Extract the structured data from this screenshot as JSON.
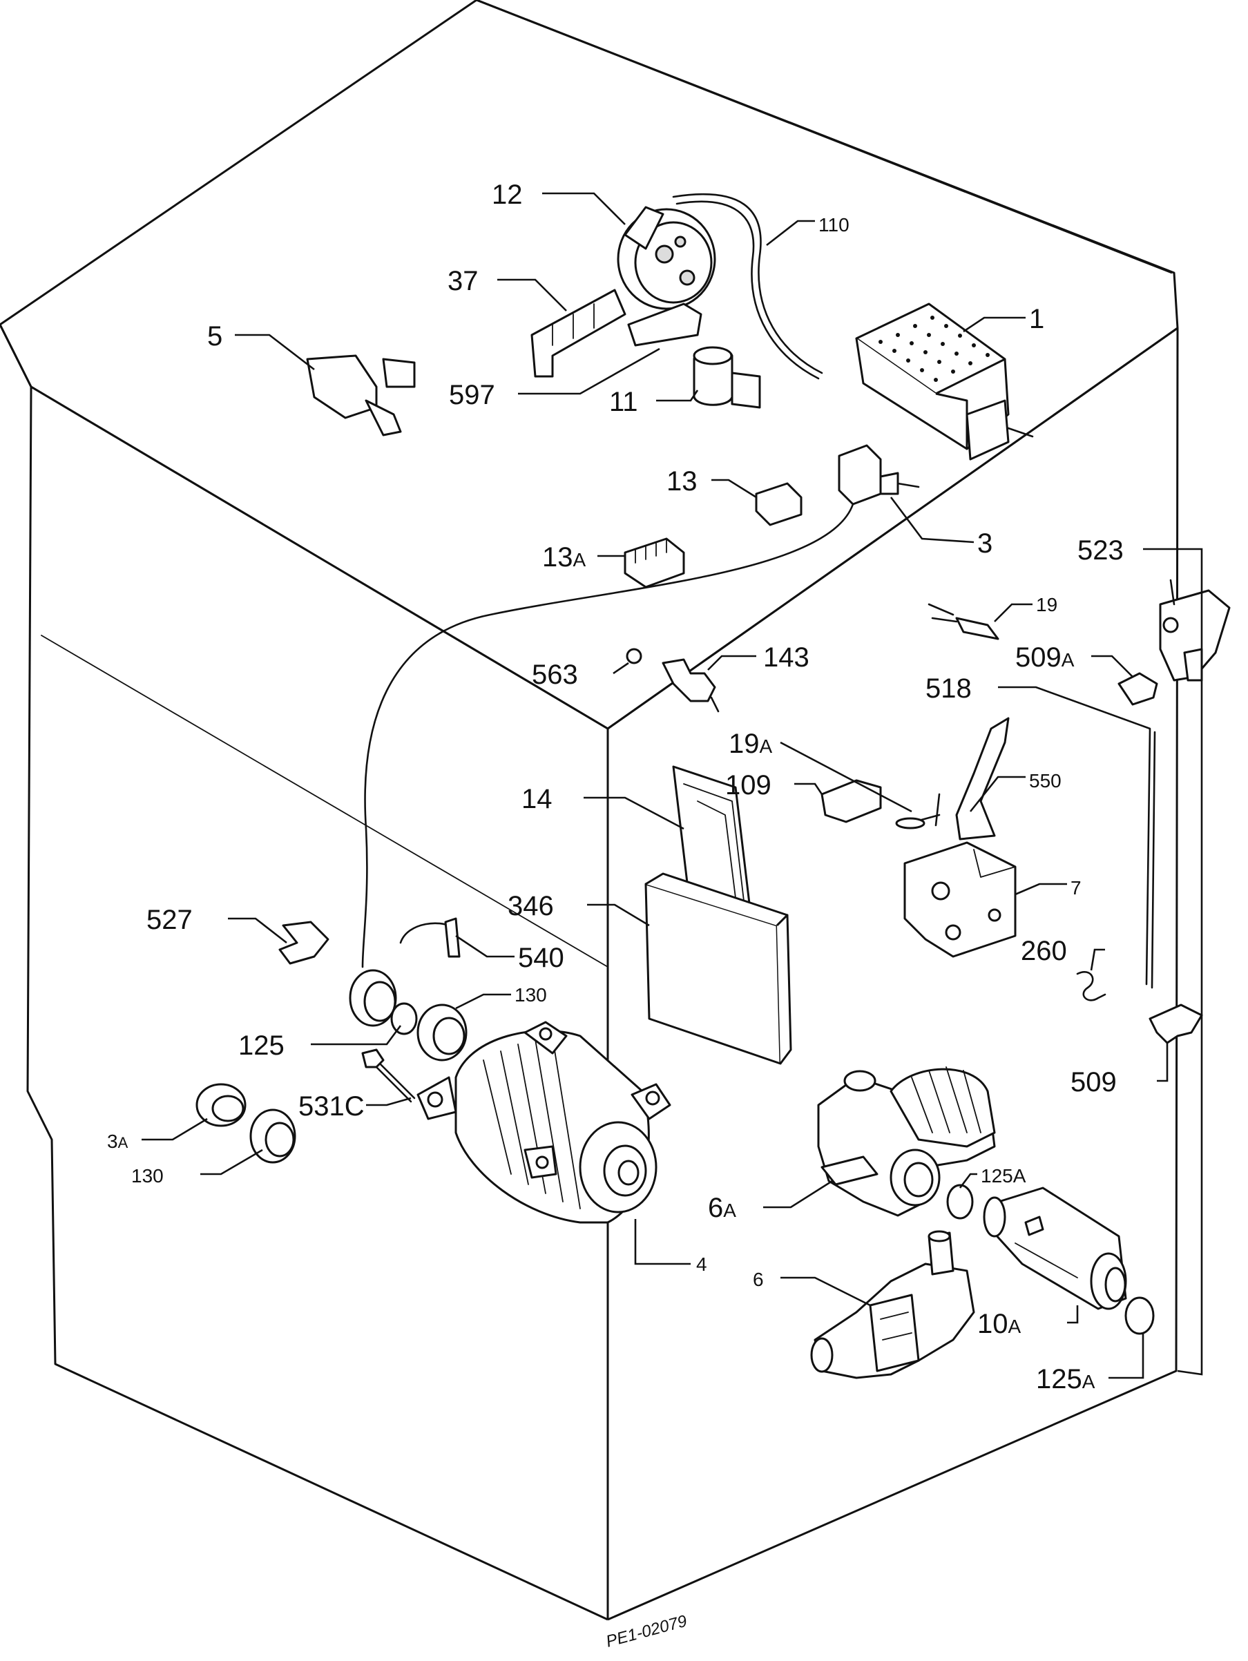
{
  "drawing_ref": "PE1-02079",
  "callouts": [
    {
      "id": "12",
      "label": "12"
    },
    {
      "id": "110",
      "label": "110"
    },
    {
      "id": "37",
      "label": "37"
    },
    {
      "id": "5",
      "label": "5"
    },
    {
      "id": "1",
      "label": "1"
    },
    {
      "id": "597",
      "label": "597"
    },
    {
      "id": "11",
      "label": "11"
    },
    {
      "id": "13",
      "label": "13"
    },
    {
      "id": "3",
      "label": "3"
    },
    {
      "id": "13A",
      "label": "13",
      "suffix": "A"
    },
    {
      "id": "523",
      "label": "523"
    },
    {
      "id": "19",
      "label": "19"
    },
    {
      "id": "509A",
      "label": "509",
      "suffix": "A"
    },
    {
      "id": "563",
      "label": "563"
    },
    {
      "id": "143",
      "label": "143"
    },
    {
      "id": "518",
      "label": "518"
    },
    {
      "id": "19A",
      "label": "19",
      "suffix": "A"
    },
    {
      "id": "550",
      "label": "550"
    },
    {
      "id": "109",
      "label": "109"
    },
    {
      "id": "14",
      "label": "14"
    },
    {
      "id": "346",
      "label": "346"
    },
    {
      "id": "7",
      "label": "7"
    },
    {
      "id": "527",
      "label": "527"
    },
    {
      "id": "540",
      "label": "540"
    },
    {
      "id": "260",
      "label": "260"
    },
    {
      "id": "130a",
      "label": "130"
    },
    {
      "id": "125",
      "label": "125"
    },
    {
      "id": "509",
      "label": "509"
    },
    {
      "id": "531C",
      "label": "531C"
    },
    {
      "id": "3A",
      "label": "3",
      "suffix": "A"
    },
    {
      "id": "125A_top",
      "label": "125",
      "suffix": "A"
    },
    {
      "id": "130b",
      "label": "130"
    },
    {
      "id": "6A",
      "label": "6",
      "suffix": "A"
    },
    {
      "id": "4",
      "label": "4"
    },
    {
      "id": "6",
      "label": "6"
    },
    {
      "id": "10A",
      "label": "10",
      "suffix": "A"
    },
    {
      "id": "125A_bot",
      "label": "125",
      "suffix": "A"
    }
  ]
}
